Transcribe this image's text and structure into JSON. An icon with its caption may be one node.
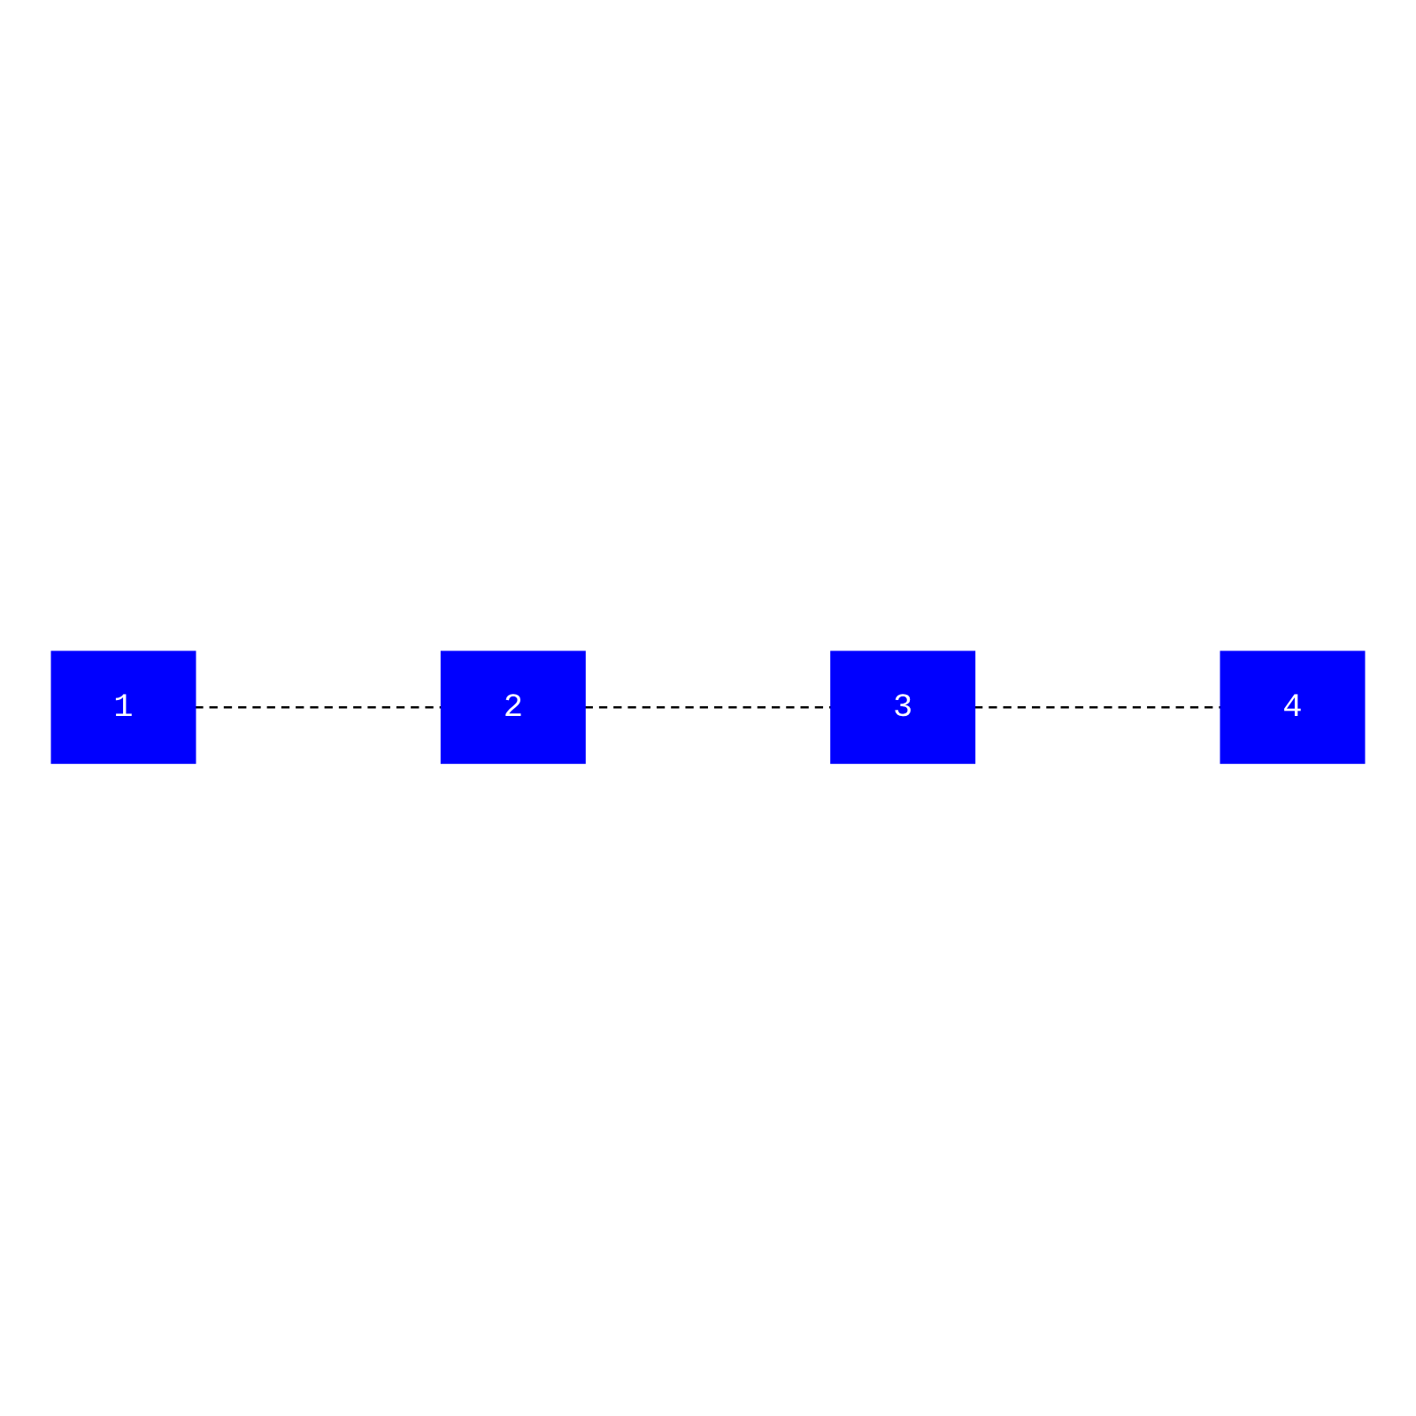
{
  "diagram": {
    "nodes": [
      {
        "text": [
          "1"
        ]
      },
      {
        "text": [
          "2"
        ]
      },
      {
        "text": [
          "3"
        ]
      },
      {
        "text": [
          "4"
        ]
      }
    ],
    "edges": [
      {
        "from": 0,
        "to": 1,
        "arrow": "none",
        "style": "dashed"
      },
      {
        "from": 1,
        "to": 2,
        "arrow": "none",
        "style": "dashed"
      },
      {
        "from": 2,
        "to": 3,
        "arrow": "none",
        "style": "dashed"
      }
    ]
  }
}
